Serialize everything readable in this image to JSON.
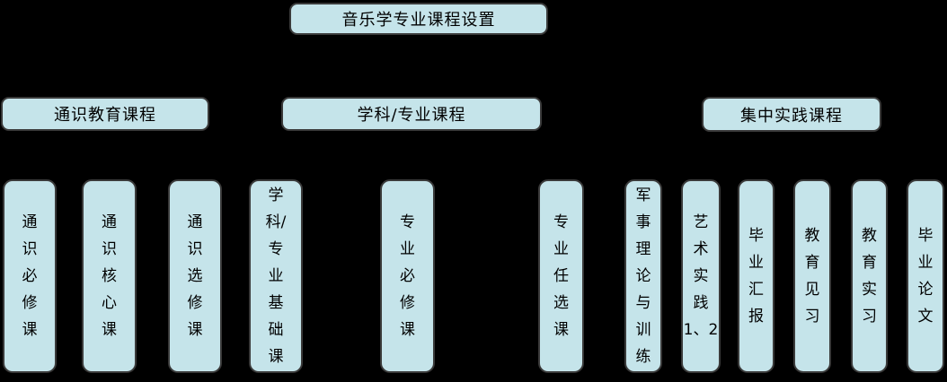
{
  "diagram_title": "音乐学专业课程设置",
  "root": {
    "label": "音乐学专业课程设置"
  },
  "branches": [
    {
      "label": "通识教育课程",
      "children": [
        {
          "label": "通识必修课",
          "display": "通\n识\n必\n修\n课"
        },
        {
          "label": "通识核心课",
          "display": "通\n识\n核\n心\n课"
        },
        {
          "label": "通识选修课",
          "display": "通\n识\n选\n修\n课"
        }
      ]
    },
    {
      "label": "学科/专业课程",
      "children": [
        {
          "label": "学科/专业基础课",
          "display": "学\n科/\n专\n业\n基\n础\n课"
        },
        {
          "label": "专业必修课",
          "display": "专\n业\n必\n修\n课"
        },
        {
          "label": "专业任选课",
          "display": "专\n业\n任\n选\n课"
        }
      ]
    },
    {
      "label": "集中实践课程",
      "children": [
        {
          "label": "军事理论与训练",
          "display": "军\n事\n理\n论\n与\n训\n练"
        },
        {
          "label": "艺术实践1、2",
          "display": "艺\n术\n实\n践\n1、2"
        },
        {
          "label": "毕业汇报",
          "display": "毕\n业\n汇\n报"
        },
        {
          "label": "教育见习",
          "display": "教\n育\n见\n习"
        },
        {
          "label": "教育实习",
          "display": "教\n育\n实\n习"
        },
        {
          "label": "毕业论文",
          "display": "毕\n业\n论\n文"
        }
      ]
    }
  ],
  "colors": {
    "background": "#000000",
    "node_fill": "#C5E4EA",
    "node_border": "#3a3a3a",
    "text": "#000000"
  }
}
